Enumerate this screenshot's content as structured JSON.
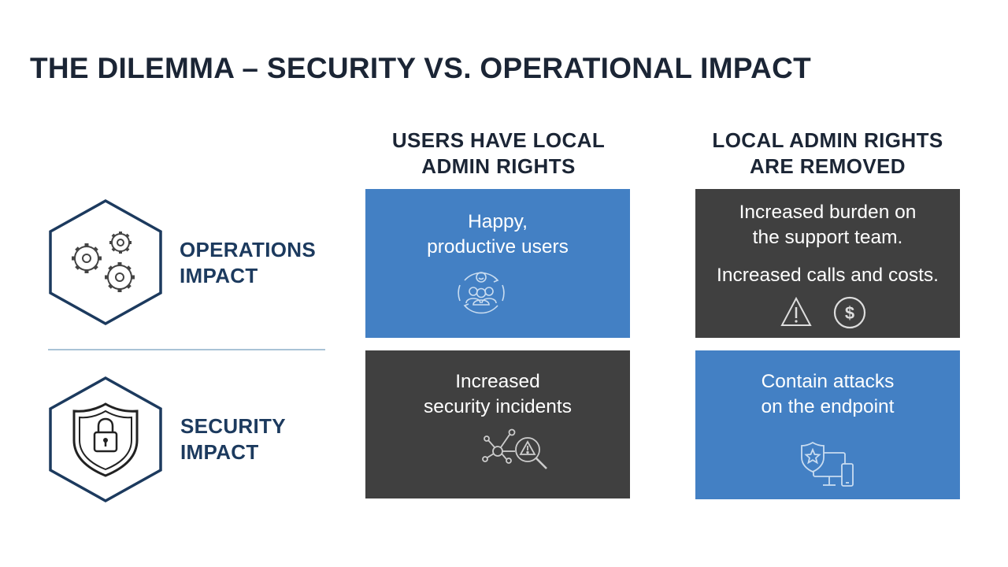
{
  "slide": {
    "title": "THE DILEMMA – SECURITY VS. OPERATIONAL IMPACT"
  },
  "columns": [
    {
      "line1": "USERS HAVE LOCAL",
      "line2": "ADMIN RIGHTS"
    },
    {
      "line1": "LOCAL ADMIN RIGHTS",
      "line2": "ARE REMOVED"
    }
  ],
  "rows": [
    {
      "line1": "OPERATIONS",
      "line2": "IMPACT",
      "icon": "gears-icon"
    },
    {
      "line1": "SECURITY",
      "line2": "IMPACT",
      "icon": "shield-lock-icon"
    }
  ],
  "cards": {
    "ops_with_rights": {
      "line1": "Happy,",
      "line2": "productive users",
      "icon": "happy-users-icon",
      "color": "#4380c4"
    },
    "ops_removed": {
      "line1": "Increased burden on",
      "line2": "the support team.",
      "line3": "Increased calls and costs.",
      "icons": [
        "warning-icon",
        "dollar-icon"
      ],
      "color": "#404040"
    },
    "sec_with_rights": {
      "line1": "Increased",
      "line2": "security incidents",
      "icon": "threat-search-icon",
      "color": "#404040"
    },
    "sec_removed": {
      "line1": "Contain attacks",
      "line2": "on the endpoint",
      "icon": "endpoint-devices-icon",
      "color": "#4380c4"
    }
  }
}
